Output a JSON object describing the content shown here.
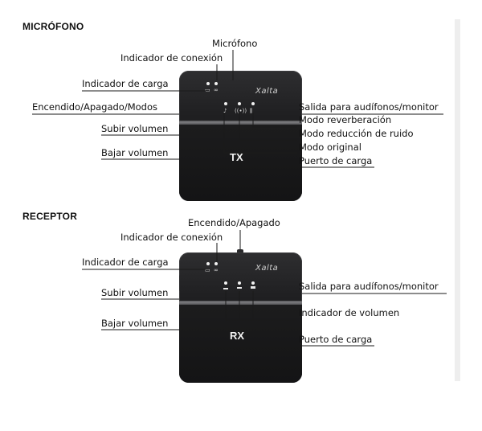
{
  "sections": {
    "microphone": {
      "title": "MICRÓFONO",
      "device_label": "TX",
      "brand": "Xalta",
      "labels": {
        "microphone": "Micrófono",
        "connection_indicator": "Indicador de conexión",
        "charge_indicator": "Indicador de carga",
        "power_modes": "Encendido/Apagado/Modos",
        "volume_up": "Subir volumen",
        "volume_down": "Bajar volumen",
        "headphone_out": "Salida para audífonos/monitor",
        "reverb_mode": "Modo reverberación",
        "noise_reduction_mode": "Modo reducción de ruido",
        "original_mode": "Modo original",
        "charging_port": "Puerto de carga"
      }
    },
    "receiver": {
      "title": "RECEPTOR",
      "device_label": "RX",
      "brand": "Xalta",
      "labels": {
        "power": "Encendido/Apagado",
        "connection_indicator": "Indicador de conexión",
        "charge_indicator": "Indicador de carga",
        "volume_up": "Subir volumen",
        "volume_down": "Bajar volumen",
        "headphone_out": "Salida para audífonos/monitor",
        "volume_indicator": "Indicador de volumen",
        "charging_port": "Puerto de carga"
      }
    }
  },
  "icons": {
    "mode_original": "music-note-icon",
    "mode_noise": "radio-waves-icon",
    "mode_reverb": "equalizer-icon",
    "charge": "battery-icon",
    "link": "link-icon"
  },
  "colors": {
    "device_body": "#1f1f21",
    "device_band": "#6e6e71",
    "led": "#f3f3f3",
    "text": "#111111"
  }
}
